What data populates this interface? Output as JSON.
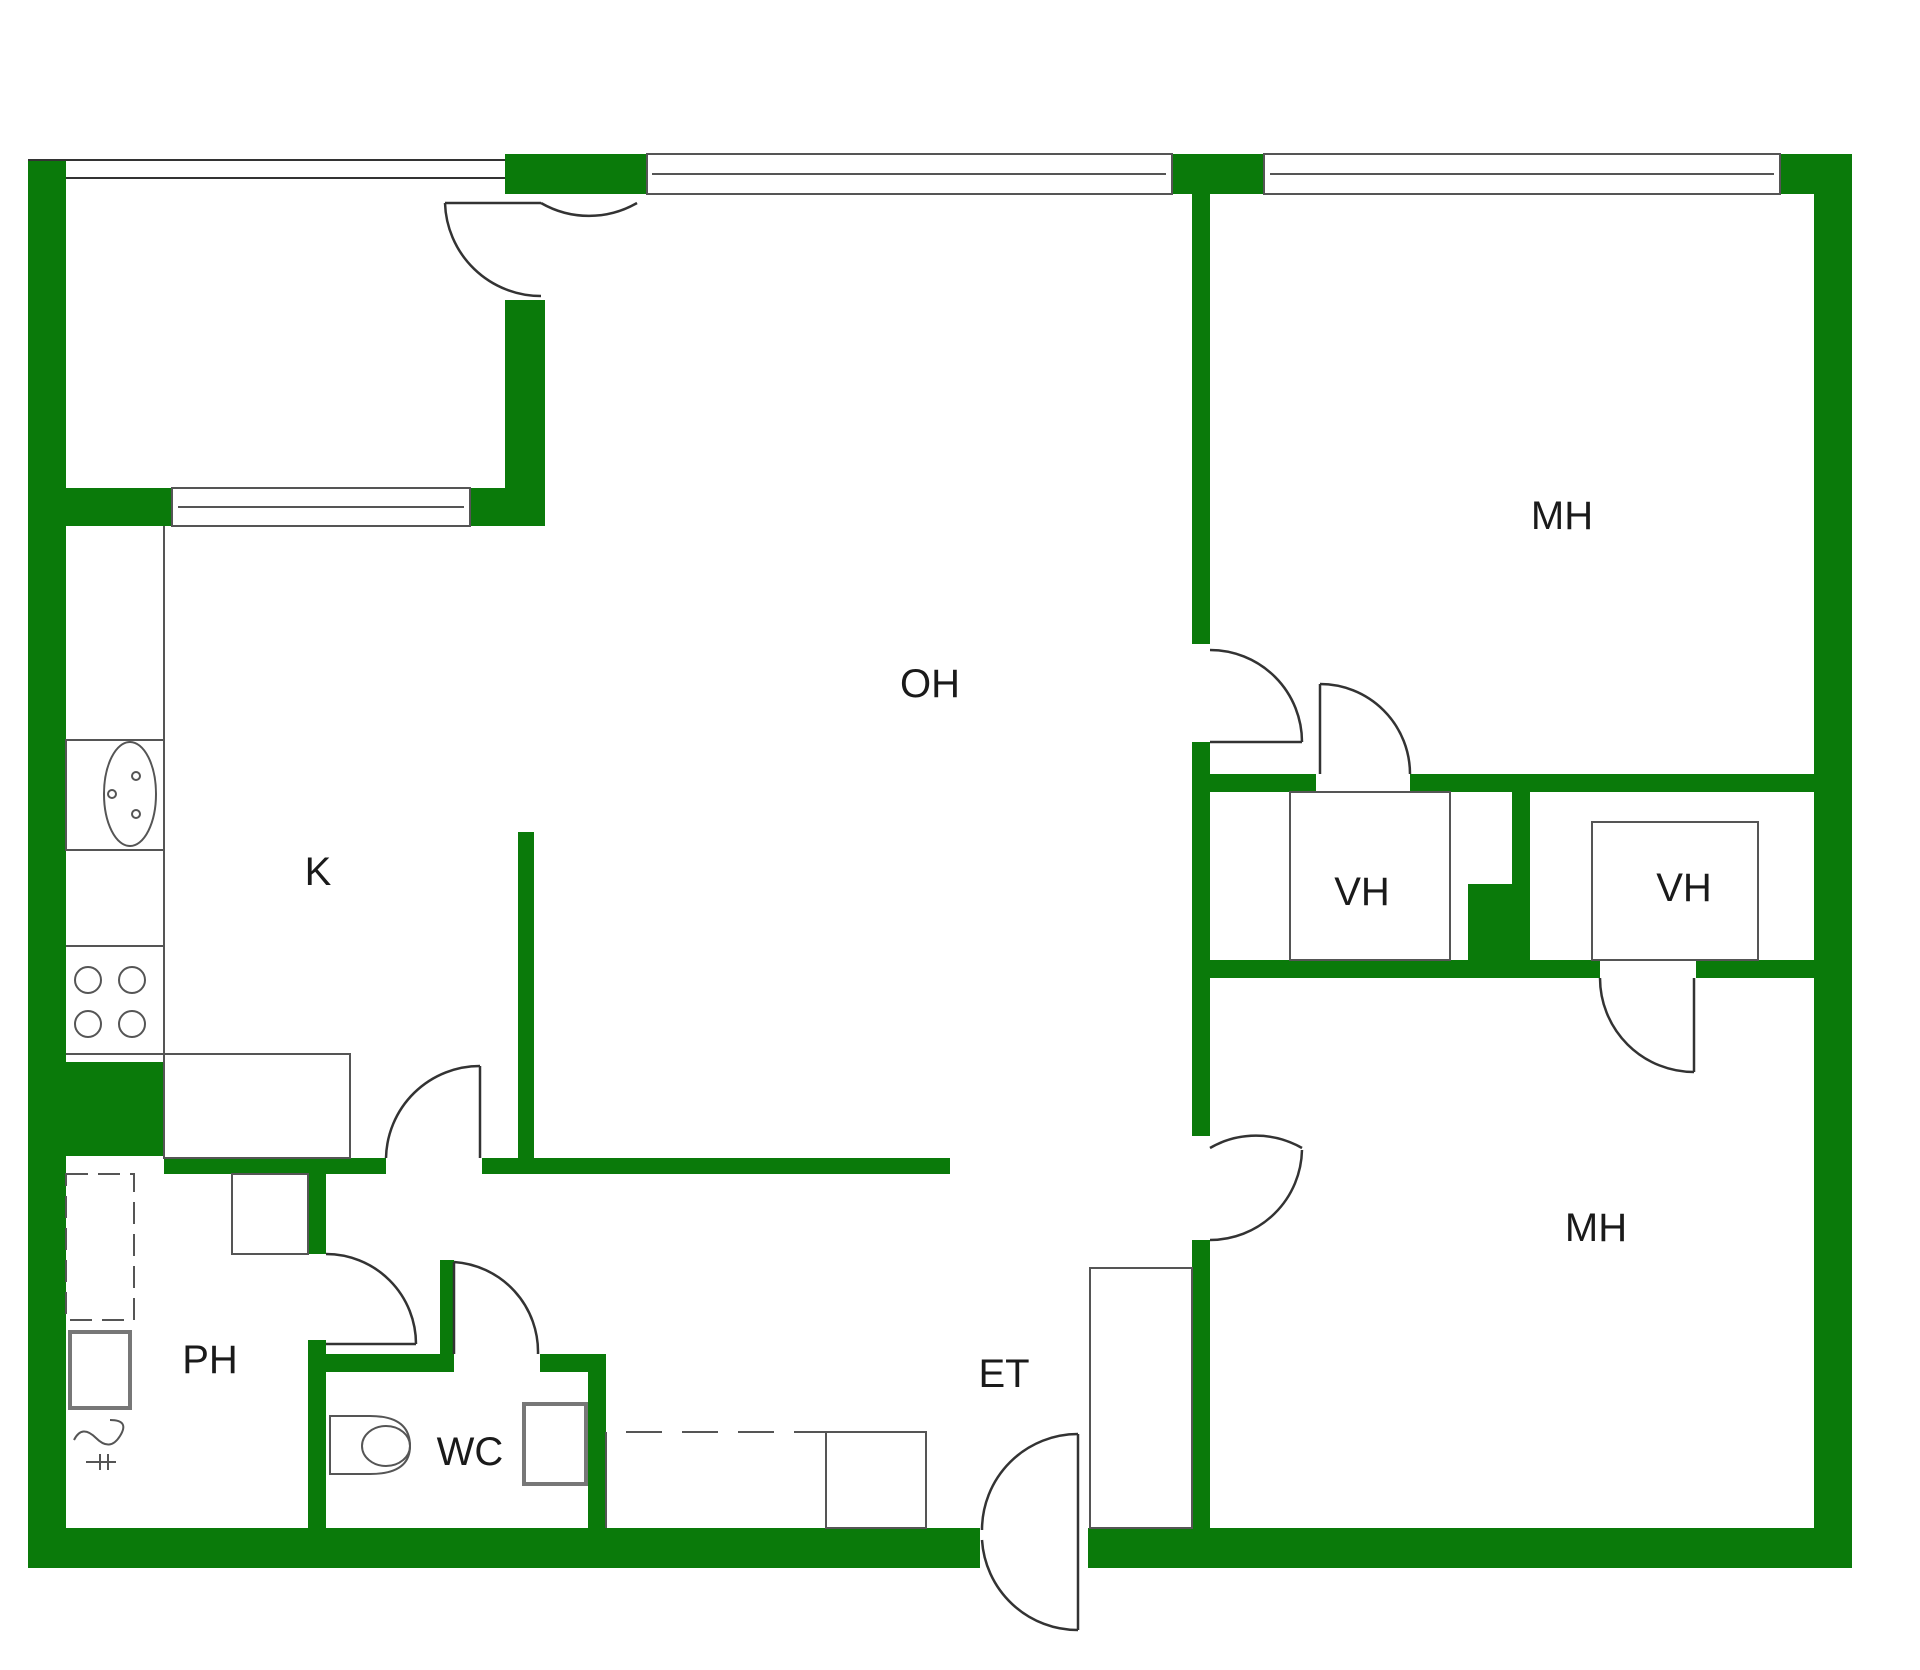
{
  "floorplan": {
    "wall_color": "#0a7a0a",
    "rooms": {
      "oh": "OH",
      "mh_top": "MH",
      "mh_bottom": "MH",
      "k": "K",
      "vh_left": "VH",
      "vh_right": "VH",
      "ph": "PH",
      "wc": "WC",
      "et": "ET"
    }
  }
}
